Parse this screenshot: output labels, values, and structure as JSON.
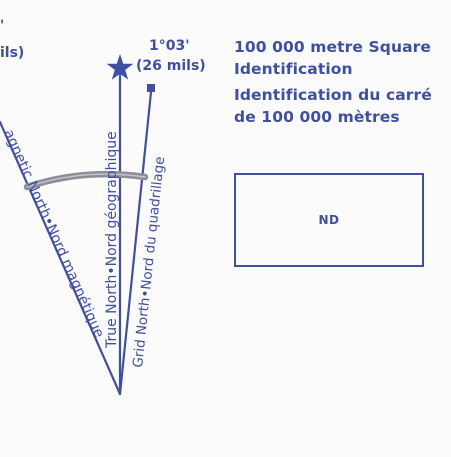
{
  "diagram": {
    "clipped_left_label": "ils)",
    "clipped_top_left_mark": "'",
    "angle_label": "1°03'",
    "angle_mils_label": "(26 mils)",
    "magnetic_north_label": "agnetic North•Nord magnétique",
    "true_north_label": "True North•Nord géographique",
    "grid_north_label": "Grid North•Nord du quadrillage",
    "colors": {
      "primary": "#3f4fa6",
      "arc": "#8d8f98",
      "background": "#fbfbfb"
    }
  },
  "identification": {
    "line1": "100 000 metre Square",
    "line2": "Identification",
    "line3": "Identification du carré",
    "line4": "de 100 000 mètres",
    "box_value": "ND"
  }
}
